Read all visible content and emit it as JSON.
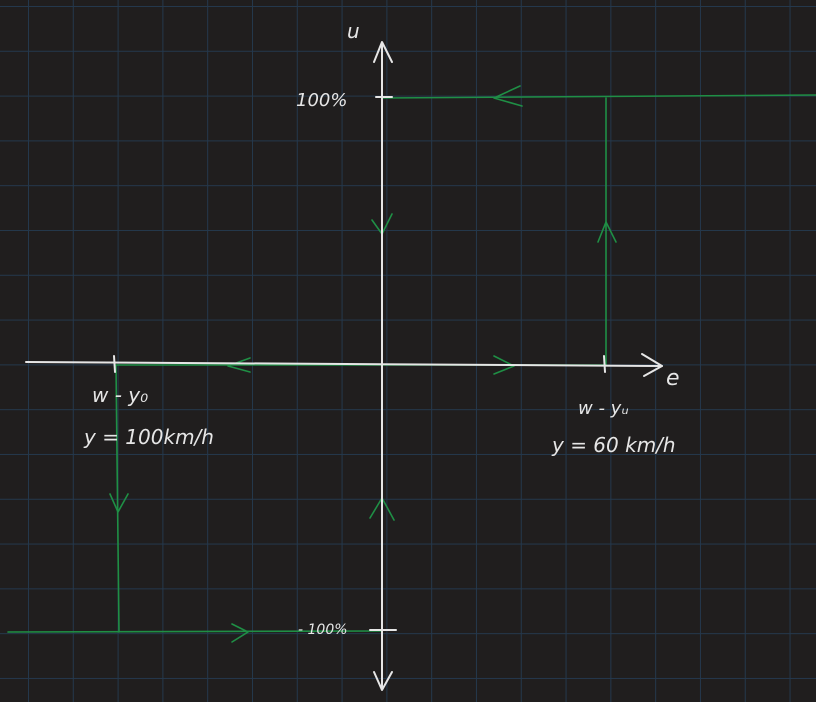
{
  "diagram": {
    "axis_labels": {
      "vertical": "u",
      "horizontal": "e"
    },
    "levels": {
      "upper": "100%",
      "lower": "- 100%"
    },
    "left_switch": {
      "line1": "w - y₀",
      "line2": "y = 100km/h"
    },
    "right_switch": {
      "line1": "w - yᵤ",
      "line2": "y = 60 km/h"
    },
    "colors": {
      "background": "#201e1e",
      "grid": "#24384c",
      "axes": "#e6e6e6",
      "traces": "#1f8f45"
    }
  }
}
